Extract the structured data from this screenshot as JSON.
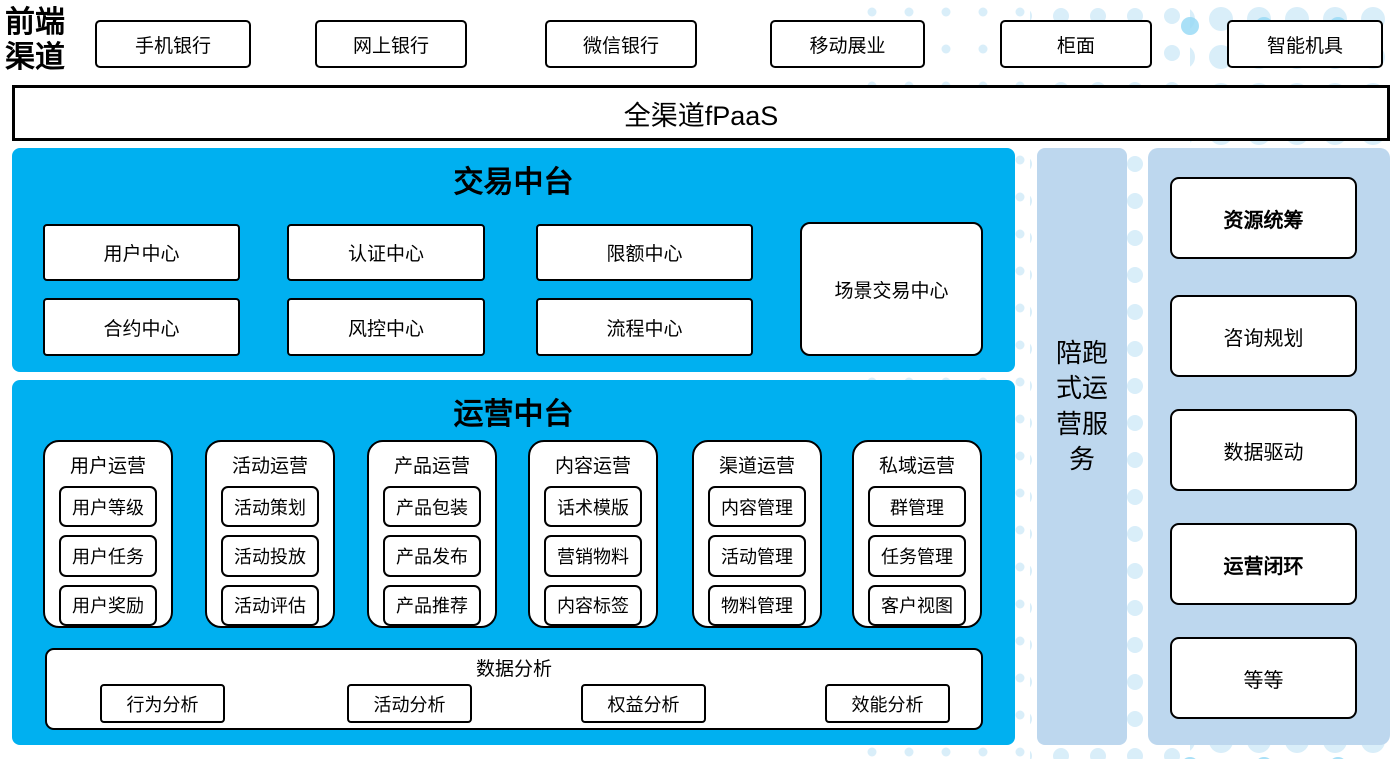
{
  "colors": {
    "platform_blue": "#00B0F0",
    "panel_light_blue": "#BDD7EE",
    "dot_light_blue": "#D9EEF9",
    "dot_medium_blue": "#9ADAF5",
    "border": "#000000"
  },
  "frontend": {
    "label": "前端渠道",
    "channels": [
      "手机银行",
      "网上银行",
      "微信银行",
      "移动展业",
      "柜面",
      "智能机具"
    ]
  },
  "fpaas": {
    "label": "全渠道fPaaS"
  },
  "trade_platform": {
    "title": "交易中台",
    "centers": [
      "用户中心",
      "认证中心",
      "限额中心",
      "合约中心",
      "风控中心",
      "流程中心"
    ],
    "scenario_center": "场景交易中心"
  },
  "operation_platform": {
    "title": "运营中台",
    "groups": [
      {
        "title": "用户运营",
        "items": [
          "用户等级",
          "用户任务",
          "用户奖励"
        ]
      },
      {
        "title": "活动运营",
        "items": [
          "活动策划",
          "活动投放",
          "活动评估"
        ]
      },
      {
        "title": "产品运营",
        "items": [
          "产品包装",
          "产品发布",
          "产品推荐"
        ]
      },
      {
        "title": "内容运营",
        "items": [
          "话术模版",
          "营销物料",
          "内容标签"
        ]
      },
      {
        "title": "渠道运营",
        "items": [
          "内容管理",
          "活动管理",
          "物料管理"
        ]
      },
      {
        "title": "私域运营",
        "items": [
          "群管理",
          "任务管理",
          "客户视图"
        ]
      }
    ],
    "data_analysis": {
      "title": "数据分析",
      "items": [
        "行为分析",
        "活动分析",
        "权益分析",
        "效能分析"
      ]
    }
  },
  "side_service": {
    "label": "陪跑式运营服务"
  },
  "right_panel": {
    "items": [
      {
        "label": "资源统筹",
        "bold": true
      },
      {
        "label": "咨询规划",
        "bold": false
      },
      {
        "label": "数据驱动",
        "bold": false
      },
      {
        "label": "运营闭环",
        "bold": true
      },
      {
        "label": "等等",
        "bold": false
      }
    ]
  }
}
